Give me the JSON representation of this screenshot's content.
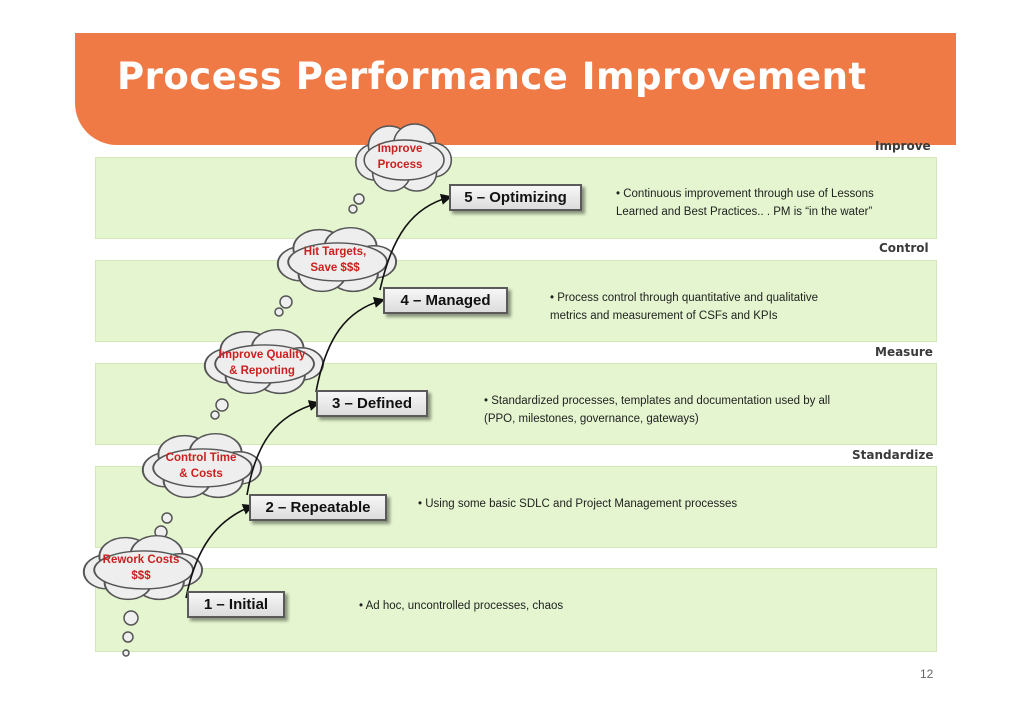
{
  "title": "Process Performance Improvement",
  "bands": [
    {
      "label": "Improve"
    },
    {
      "label": "Control"
    },
    {
      "label": "Measure"
    },
    {
      "label": "Standardize"
    }
  ],
  "levels": [
    {
      "label": "1 – Initial",
      "description": "• Ad hoc, uncontrolled processes, chaos"
    },
    {
      "label": "2 – Repeatable",
      "description": "• Using some basic SDLC and Project Management processes"
    },
    {
      "label": "3 – Defined",
      "description_line1": "• Standardized processes, templates and documentation used by all",
      "description_line2": "(PPO, milestones, governance, gateways)"
    },
    {
      "label": "4 – Managed",
      "description_line1": "• Process control through quantitative and qualitative",
      "description_line2": "metrics and measurement of CSFs and KPIs"
    },
    {
      "label": "5 – Optimizing",
      "description_line1": "• Continuous improvement through use of Lessons",
      "description_line2": "Learned and Best Practices.. . PM is “in the water”"
    }
  ],
  "clouds": [
    {
      "line1": "Rework Costs",
      "line2": "$$$"
    },
    {
      "line1": "Control Time",
      "line2": "& Costs"
    },
    {
      "line1": "Improve Quality",
      "line2": "& Reporting"
    },
    {
      "line1": "Hit Targets,",
      "line2": "Save $$$"
    },
    {
      "line1": "Improve",
      "line2": "Process"
    }
  ],
  "colors": {
    "header": "#F07A45",
    "band": "#E4F5CF",
    "cloud_text": "#cc1f1f"
  },
  "page_number": "12"
}
